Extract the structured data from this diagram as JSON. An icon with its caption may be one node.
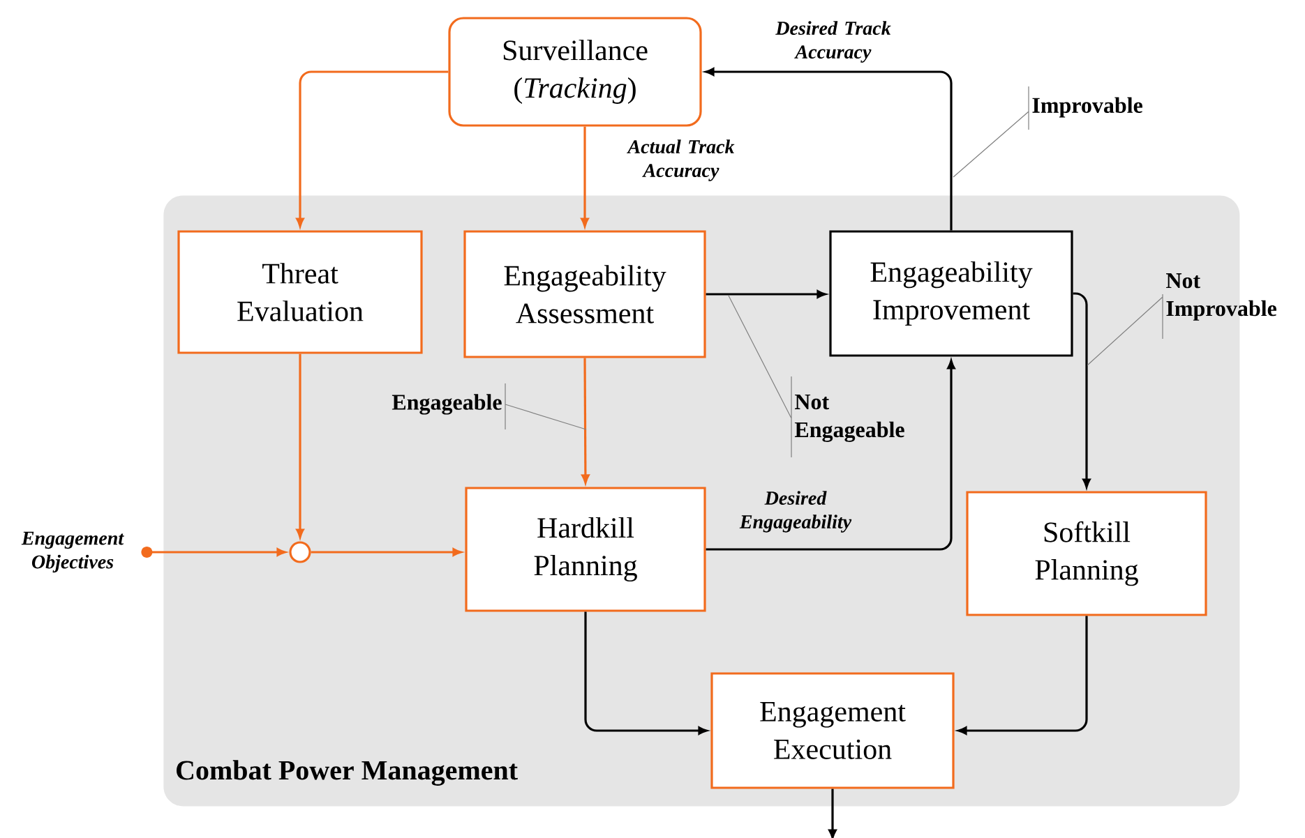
{
  "diagram": {
    "nodes": [
      {
        "text": [
          "Surveillance",
          "(*Tracking*)"
        ]
      },
      {
        "text": [
          "Combat Power Management"
        ]
      },
      {
        "text": [
          "Threat Evaluation"
        ],
        "in": 1
      },
      {
        "text": [
          "Engageability Assessment"
        ],
        "in": 1
      },
      {
        "text": [
          "Engageability Improvement"
        ],
        "in": 1
      },
      {
        "text": [],
        "shape": "circle",
        "in": 1
      },
      {
        "text": [
          "Hardkill Planning"
        ],
        "in": 1
      },
      {
        "text": [
          "Softkill Planning"
        ],
        "in": 1
      },
      {
        "text": [
          "Engagement Execution"
        ],
        "in": 1
      },
      {
        "text": [
          "Engagement Objectives"
        ]
      },
      {
        "text": [
          "Improvable"
        ]
      },
      {
        "text": [
          "Not Improvable"
        ]
      },
      {
        "text": [
          "Engageable"
        ],
        "in": 1
      },
      {
        "text": [
          "Not Engageable"
        ],
        "in": 1
      }
    ],
    "edges": [
      {
        "from": 0,
        "to": 2,
        "arrow": "to",
        "color": "#f26b1d"
      },
      {
        "from": 0,
        "to": 3,
        "arrow": "to",
        "color": "#f26b1d",
        "label": "Actual Track Accuracy"
      },
      {
        "from": 3,
        "to": 4,
        "arrow": "to"
      },
      {
        "from": 4,
        "to": 0,
        "arrow": "to",
        "label": "Desired Track Accuracy"
      },
      {
        "from": 3,
        "to": 6,
        "arrow": "to",
        "color": "#f26b1d"
      },
      {
        "from": 2,
        "to": 5,
        "arrow": "to",
        "color": "#f26b1d"
      },
      {
        "from": 9,
        "to": 5,
        "arrow": "to",
        "color": "#f26b1d"
      },
      {
        "from": 5,
        "to": 6,
        "arrow": "to",
        "color": "#f26b1d"
      },
      {
        "from": 6,
        "to": 4,
        "arrow": "to",
        "label": "Desired Engageability"
      },
      {
        "from": 4,
        "to": 7,
        "arrow": "to"
      },
      {
        "from": 6,
        "to": 8,
        "arrow": "to"
      },
      {
        "from": 7,
        "to": 8,
        "arrow": "to"
      },
      {
        "from": 8,
        "to": null,
        "arrow": "to"
      },
      {
        "from": 10,
        "to": null,
        "arrow": "none",
        "color": "#808080"
      },
      {
        "from": 11,
        "to": null,
        "arrow": "none",
        "color": "#808080"
      },
      {
        "from": 12,
        "to": null,
        "arrow": "none",
        "color": "#808080"
      },
      {
        "from": 13,
        "to": null,
        "arrow": "none",
        "color": "#808080"
      }
    ]
  }
}
